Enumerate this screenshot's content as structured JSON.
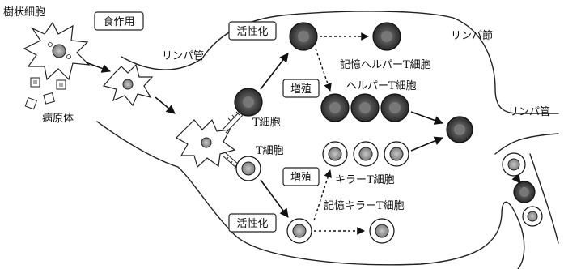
{
  "labels": {
    "dendritic_cell": "樹状細胞",
    "phagocytosis": "食作用",
    "lymph_vessel_top": "リンパ管",
    "lymph_node": "リンパ節",
    "pathogen": "病原体",
    "activation_top": "活性化",
    "memory_helper_t": "記憶ヘルパーT細胞",
    "proliferation_top": "増殖",
    "helper_t": "ヘルパーT細胞",
    "t_cell_top": "T細胞",
    "t_cell_bottom": "T細胞",
    "lymph_vessel_right": "リンパ管",
    "proliferation_bottom": "増殖",
    "killer_t": "キラーT細胞",
    "memory_killer_t": "記憶キラーT細胞",
    "activation_bottom": "活性化"
  },
  "colors": {
    "ink": "#111111",
    "helper_cell": "#3a3a3a",
    "killer_core": "#9a9a9a"
  }
}
